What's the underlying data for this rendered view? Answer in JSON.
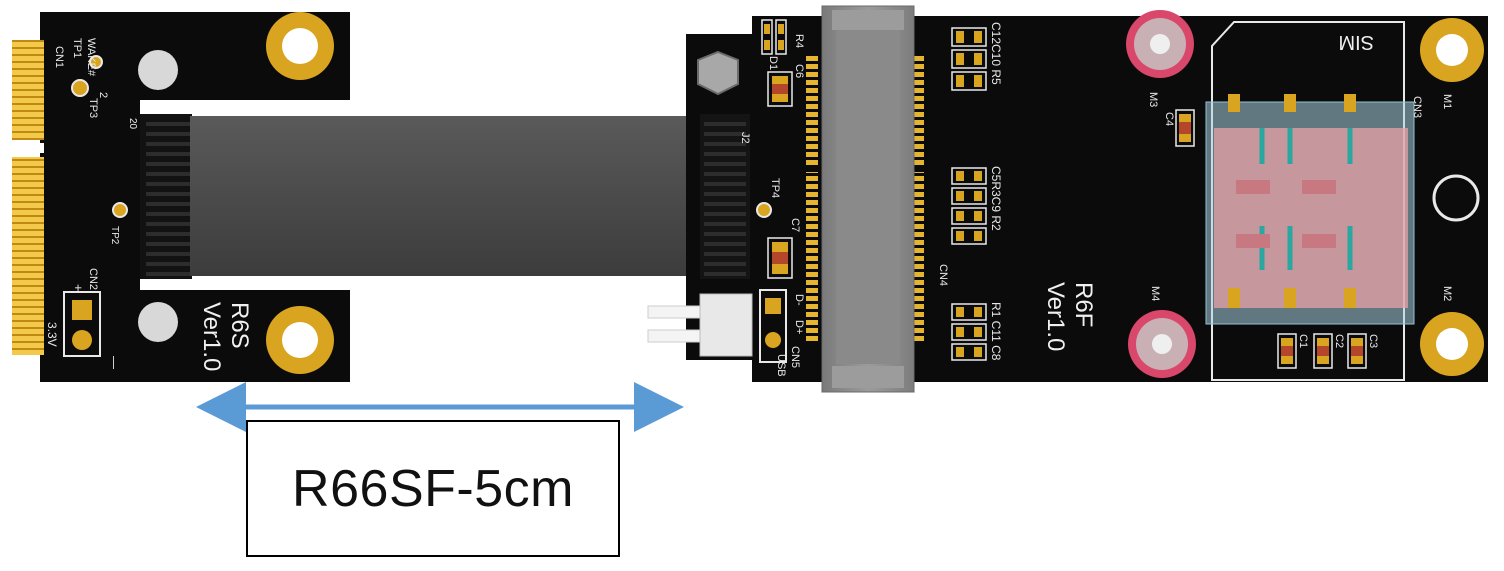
{
  "caption": "R66SF-5cm",
  "left_board": {
    "name": "R6S",
    "version": "Ver1.0",
    "labels": {
      "cn1": "CN1",
      "wake": "WAKE#",
      "tp1": "TP1",
      "tp3": "TP3",
      "tp2": "TP2",
      "pin20": "20",
      "pin2": "2",
      "pin1": "1",
      "cn2": "CN2",
      "plus": "+",
      "voltage": "3.3V",
      "minus": "—"
    }
  },
  "right_board": {
    "name": "R6F",
    "version": "Ver1.0",
    "labels": {
      "r4": "R4",
      "d1": "D1",
      "c6": "C6",
      "j2": "J2",
      "tp4": "TP4",
      "c7": "C7",
      "dminus": "D-",
      "dplus": "D+",
      "cn5": "CN5",
      "usb": "USB",
      "cn4": "CN4",
      "c12c10r5": "C12C10 R5",
      "c5r3c9r2": "C5R3C9 R2",
      "r1c11c8": "R1 C11 C8",
      "m3": "M3",
      "m4": "M4",
      "m1": "M1",
      "m2": "M2",
      "c4": "C4",
      "cn3": "CN3",
      "sim": "SIM",
      "c1": "C1",
      "c2": "C2",
      "c3": "C3"
    }
  },
  "colors": {
    "pcb": "#0b0b0b",
    "gold": "#d9a520",
    "cable": "#4a4a4a",
    "slot": "#8e8e8e",
    "arrow": "#5b9bd5",
    "red_ring": "#d9476a"
  }
}
